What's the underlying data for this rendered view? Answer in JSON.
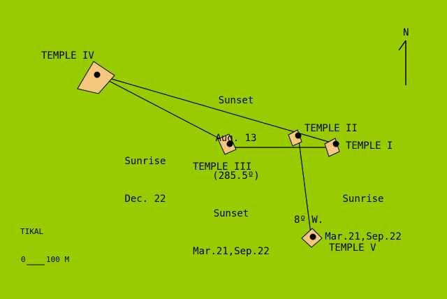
{
  "map": {
    "background_color": "#99cc00",
    "temple_fill": "#f5c77e",
    "line_color": "#000000",
    "north": {
      "label": "N",
      "icon": "north-arrow-icon"
    },
    "site_name": "TIKAL",
    "scale": {
      "start": "0",
      "end": "100 M"
    },
    "temples": [
      {
        "id": "iv",
        "label": "TEMPLE IV"
      },
      {
        "id": "iii",
        "label": "TEMPLE III"
      },
      {
        "id": "ii",
        "label": "TEMPLE II"
      },
      {
        "id": "i",
        "label": "TEMPLE I"
      },
      {
        "id": "v",
        "label": "TEMPLE V"
      }
    ],
    "sightlines": [
      {
        "id": "sunset-aug13",
        "lines": [
          "Sunset",
          "Aug. 13",
          "(285.5º)"
        ]
      },
      {
        "id": "sunrise-dec22",
        "lines": [
          "Sunrise",
          "Dec. 22"
        ]
      },
      {
        "id": "sunset-equinox",
        "lines": [
          "Sunset",
          "Mar.21,Sep.22"
        ]
      },
      {
        "id": "sunrise-equinox",
        "lines": [
          "Sunrise",
          "Mar.21,Sep.22"
        ]
      },
      {
        "id": "bearing-8w",
        "lines": [
          "8º W."
        ]
      }
    ]
  }
}
